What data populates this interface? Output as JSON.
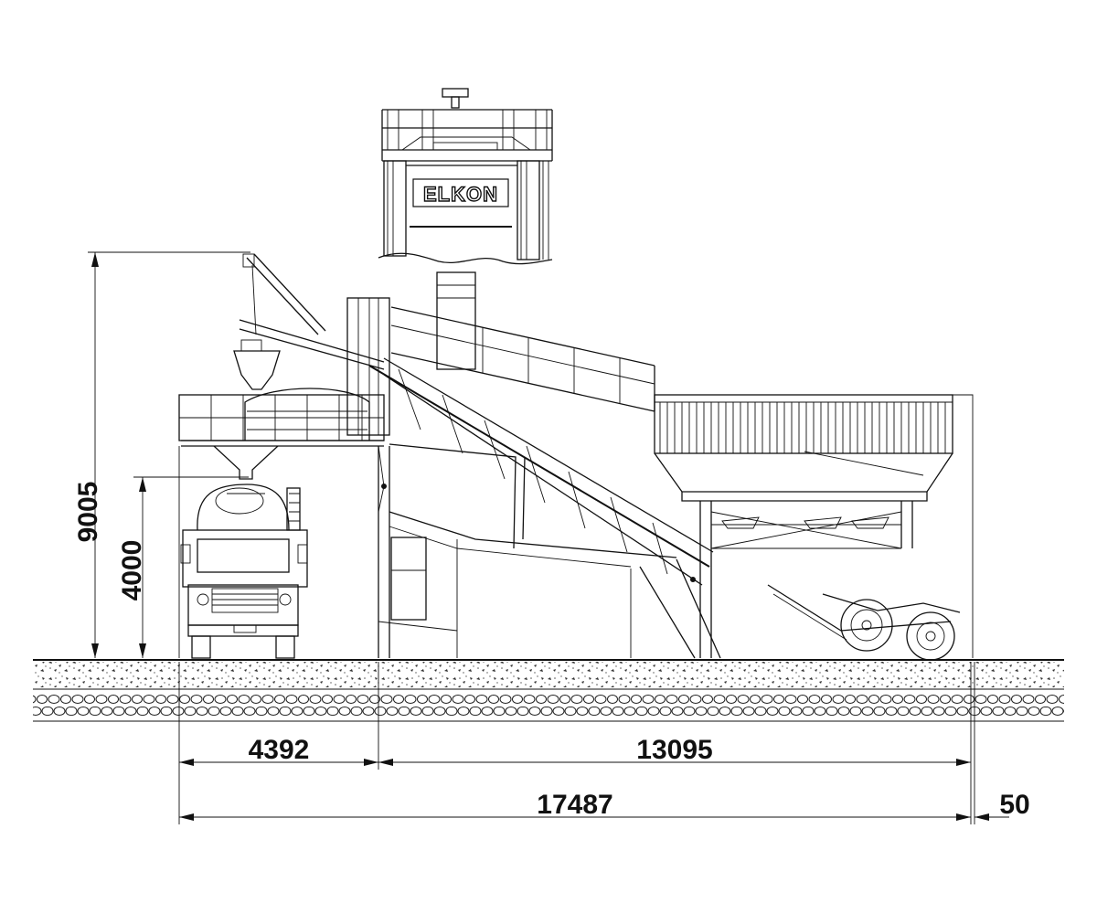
{
  "brand": {
    "logo_text": "ELKON"
  },
  "dimensions": {
    "total_height": "9005",
    "clearance_height": "4000",
    "left_span": "4392",
    "right_span": "13095",
    "total_length": "17487",
    "end_offset": "50"
  },
  "colors": {
    "line": "#111111",
    "background": "#ffffff"
  }
}
